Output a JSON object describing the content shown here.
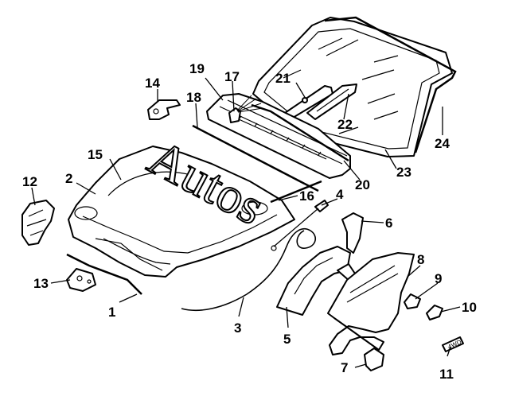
{
  "diagram": {
    "watermark": "Autos",
    "badge_text": "4WD",
    "callouts": [
      "1",
      "2",
      "3",
      "4",
      "5",
      "6",
      "7",
      "8",
      "9",
      "10",
      "11",
      "12",
      "13",
      "14",
      "15",
      "16",
      "17",
      "18",
      "19",
      "20",
      "21",
      "22",
      "23",
      "24"
    ]
  }
}
